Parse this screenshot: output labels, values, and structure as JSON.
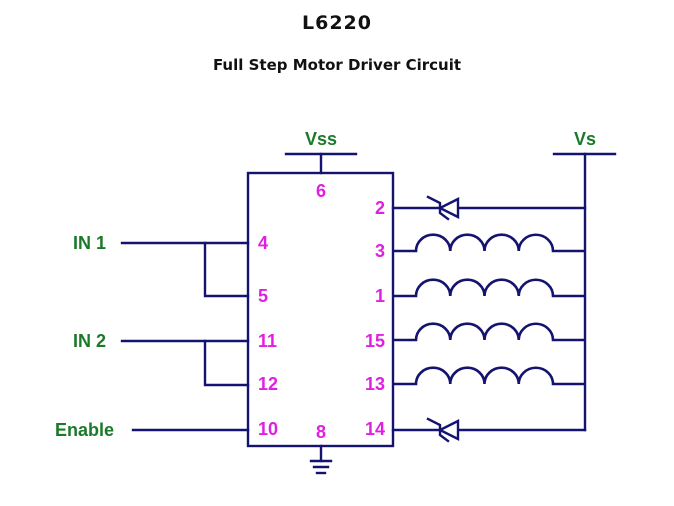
{
  "title": "L6220",
  "subtitle": "Full Step Motor Driver Circuit",
  "supplies": {
    "logic": "Vss",
    "motor": "Vs"
  },
  "inputs": [
    {
      "label": "IN 1",
      "pins": [
        "4",
        "5"
      ]
    },
    {
      "label": "IN 2",
      "pins": [
        "11",
        "12"
      ]
    },
    {
      "label": "Enable",
      "pins": [
        "10"
      ]
    }
  ],
  "ic_pins": {
    "vss": "6",
    "gnd": "8",
    "left": [
      "4",
      "5",
      "11",
      "12",
      "10"
    ],
    "right": [
      "2",
      "3",
      "1",
      "15",
      "13",
      "14"
    ]
  },
  "components": {
    "diodes": [
      "zener-diode-pin-2",
      "zener-diode-pin-14"
    ],
    "coils": [
      "coil-pin-3",
      "coil-pin-1",
      "coil-pin-15",
      "coil-pin-13"
    ]
  },
  "colors": {
    "wire": "#141470",
    "pin_label": "#e020e0",
    "signal_label": "#1a7a2a",
    "title": "#111111"
  }
}
